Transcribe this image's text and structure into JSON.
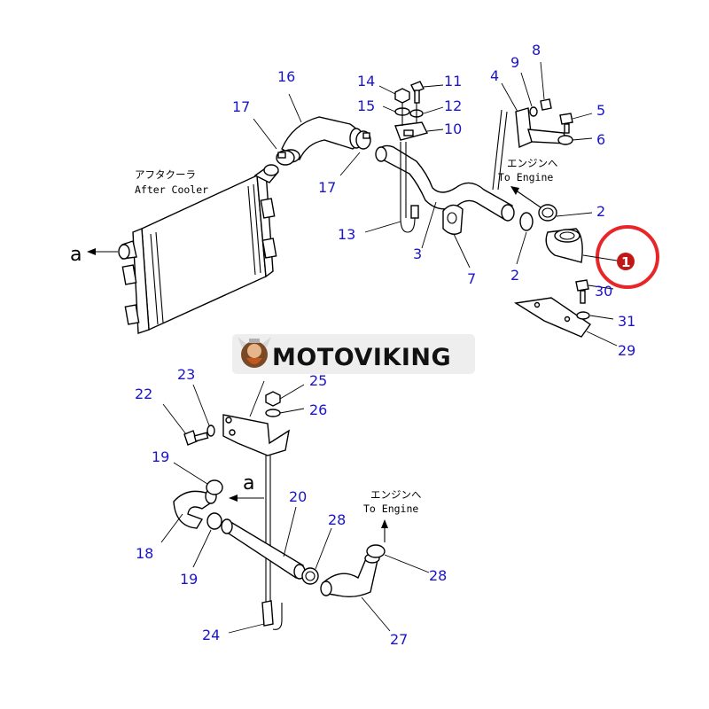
{
  "labels": {
    "l1": "1",
    "l2a": "2",
    "l2b": "2",
    "l3": "3",
    "l4": "4",
    "l5": "5",
    "l6": "6",
    "l7": "7",
    "l8": "8",
    "l9": "9",
    "l10": "10",
    "l11": "11",
    "l12": "12",
    "l13": "13",
    "l14": "14",
    "l15": "15",
    "l16": "16",
    "l17a": "17",
    "l17b": "17",
    "l18": "18",
    "l19a": "19",
    "l19b": "19",
    "l20": "20",
    "l22": "22",
    "l23": "23",
    "l24": "24",
    "l25": "25",
    "l26": "26",
    "l27": "27",
    "l28a": "28",
    "l28b": "28",
    "l29": "29",
    "l30": "30",
    "l31": "31"
  },
  "annotations": {
    "after_cooler_jp": "アフタクーラ",
    "after_cooler_en": "After Cooler",
    "to_engine_jp_top": "エンジンへ",
    "to_engine_en_top": "To Engine",
    "to_engine_jp_bottom": "エンジンへ",
    "to_engine_en_bottom": "To Engine",
    "ref_a_top": "a",
    "ref_a_bottom": "a"
  },
  "watermark": {
    "text": "MOTOVIKING"
  },
  "highlight": {
    "part": "1",
    "color": "#e8262a"
  },
  "colors": {
    "label": "#1b14c8",
    "line": "#000000",
    "banner_bg": "#eeeeee"
  }
}
